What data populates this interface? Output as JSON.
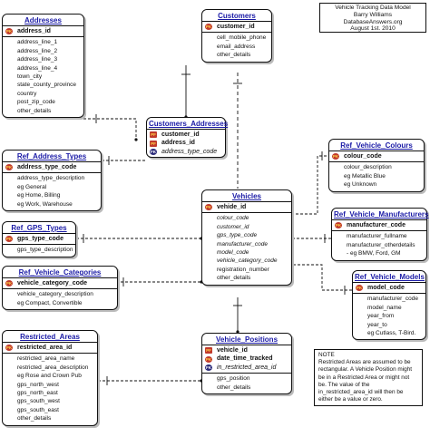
{
  "title_block": {
    "line1": "Vehicle Tracking Data Model",
    "line2": "Barry Williams",
    "line3": "DatabaseAnswers.org",
    "line4": "August 1st. 2010"
  },
  "entities": {
    "addresses": {
      "name": "Addresses",
      "keys": [
        {
          "type": "pk",
          "label": "address_id"
        }
      ],
      "attributes": [
        "address_line_1",
        "address_line_2",
        "address_line_3",
        "address_line_4",
        "town_city",
        "state_county_province",
        "country",
        "post_zip_code",
        "other_details"
      ]
    },
    "customers": {
      "name": "Customers",
      "keys": [
        {
          "type": "pk",
          "label": "customer_id"
        }
      ],
      "attributes": [
        "cell_mobile_phone",
        "email_address",
        "other_details"
      ]
    },
    "customers_addresses": {
      "name": "Customers_Addresses",
      "keys": [
        {
          "type": "pf",
          "label": "customer_id"
        },
        {
          "type": "pf",
          "label": "address_id"
        },
        {
          "type": "fk",
          "label": "address_type_code"
        }
      ],
      "attributes": []
    },
    "ref_address_types": {
      "name": "Ref_Address_Types",
      "keys": [
        {
          "type": "pk",
          "label": "address_type_code"
        }
      ],
      "attributes": [
        "address_type_description",
        "eg General",
        "eg Home, Billing",
        "eg Work, Warehouse"
      ]
    },
    "ref_gps_types": {
      "name": "Ref_GPS_Types",
      "keys": [
        {
          "type": "pk",
          "label": "gps_type_code"
        }
      ],
      "attributes": [
        "gps_type_description"
      ]
    },
    "ref_vehicle_categories": {
      "name": "Ref_Vehicle_Categories",
      "keys": [
        {
          "type": "pk",
          "label": "vehicle_category_code"
        }
      ],
      "attributes": [
        "vehicle_category_description",
        "eg Compact, Convertible"
      ]
    },
    "vehicles": {
      "name": "Vehicles",
      "keys": [
        {
          "type": "pk",
          "label": "vehide_id"
        }
      ],
      "attributes": [
        "colour_code",
        "customer_id",
        "gps_type_code",
        "manufacturer_code",
        "model_code",
        "vehicle_category_code",
        "registration_number",
        "other_details"
      ]
    },
    "ref_vehicle_colours": {
      "name": "Ref_Vehicle_Colours",
      "keys": [
        {
          "type": "pk",
          "label": "colour_code"
        }
      ],
      "attributes": [
        "colour_description",
        "eg Metallic Blue",
        "eg Unknown"
      ]
    },
    "ref_vehicle_manufacturers": {
      "name": "Ref_Vehicle_Manufacturers",
      "keys": [
        {
          "type": "pk",
          "label": "manufacturer_code"
        }
      ],
      "attributes": [
        "manufacturer_fullname",
        "manufacturer_otherdetails",
        "- eg BMW, Ford, GM"
      ]
    },
    "ref_vehicle_models": {
      "name": "Ref_Vehicle_Models",
      "keys": [
        {
          "type": "pk",
          "label": "model_code"
        }
      ],
      "attributes": [
        "manufacturer_code",
        "model_name",
        "year_from",
        "year_to",
        "eg Cutlass, T-Bird."
      ]
    },
    "restricted_areas": {
      "name": "Restricted_Areas",
      "keys": [
        {
          "type": "pk",
          "label": "restricted_area_id"
        }
      ],
      "attributes": [
        "restricted_area_name",
        "restricted_area_description",
        "eg Rose and Crown Pub",
        "gps_north_west",
        "gps_north_east",
        "gps_south_west",
        "gps_south_east",
        "other_details"
      ]
    },
    "vehicle_positions": {
      "name": "Vehicle_Positions",
      "keys": [
        {
          "type": "pf",
          "label": "vehicle_id"
        },
        {
          "type": "pk",
          "label": "date_time_tracked"
        },
        {
          "type": "fk",
          "label": "in_restricted_area_id"
        }
      ],
      "attributes": [
        "gps_position",
        "other_details"
      ]
    }
  },
  "note": {
    "heading": "NOTE",
    "body": "Restricted Areas are assumed to be rectangular. A Vehicle Position might be in a Restricted Area or might not be. The value of the in_restricted_area_id will then be either be a value or zero."
  },
  "icons": {
    "pk": "PK",
    "pf": "PF",
    "fk": "FK"
  }
}
